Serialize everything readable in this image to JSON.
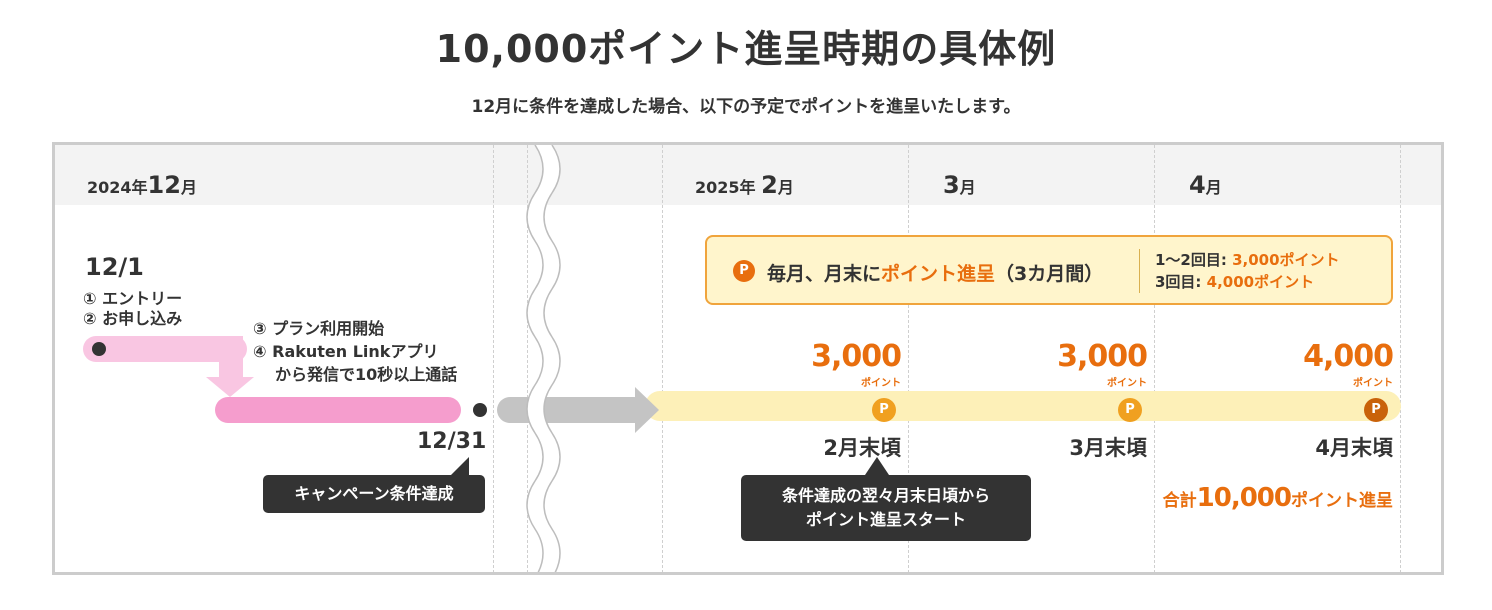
{
  "title": "10,000ポイント進呈時期の具体例",
  "subtitle": "12月に条件を達成した場合、以下の予定でポイントを進呈いたします。",
  "months": {
    "dec_year": "2024年",
    "dec_month": "12",
    "dec_suffix": "月",
    "feb_year": "2025年 ",
    "feb_month": "2",
    "feb_suffix": "月",
    "mar_month": "3",
    "mar_suffix": "月",
    "apr_month": "4",
    "apr_suffix": "月"
  },
  "start": {
    "date": "12/1",
    "step1": "① エントリー",
    "step2": "② お申し込み"
  },
  "steps2": {
    "step3": "③ プラン利用開始",
    "step4a": "④ Rakuten Linkアプリ",
    "step4b": "から発信で10秒以上通話"
  },
  "end_date": "12/31",
  "tag_campaign": "キャンペーン条件達成",
  "tag_start_line1": "条件達成の翌々月末日頃から",
  "tag_start_line2": "ポイント進呈スタート",
  "info": {
    "p_mark": "P",
    "main_a": "毎月、月末に",
    "main_b": "ポイント進呈",
    "main_c": "（3カ月間）",
    "line1_a": "1〜2回目: ",
    "line1_b": "3,000ポイント",
    "line2_a": "3回目: ",
    "line2_b": "4,000ポイント"
  },
  "payouts": [
    {
      "value": "3,000",
      "unit": "ポイント",
      "label": "2月末頃",
      "mark": "P"
    },
    {
      "value": "3,000",
      "unit": "ポイント",
      "label": "3月末頃",
      "mark": "P"
    },
    {
      "value": "4,000",
      "unit": "ポイント",
      "label": "4月末頃",
      "mark": "P"
    }
  ],
  "total": {
    "prefix": "合計",
    "amount": "10,000",
    "suffix": "ポイント進呈"
  },
  "colors": {
    "orange": "#e86e0e",
    "pink_light": "#f9c6e2",
    "pink": "#f59dcd",
    "yellow_band": "#fdf0b8",
    "gray_arrow": "#c4c4c4",
    "coin": "#f0a020",
    "coin_dark": "#c9620a",
    "dark_tag": "#333333"
  }
}
